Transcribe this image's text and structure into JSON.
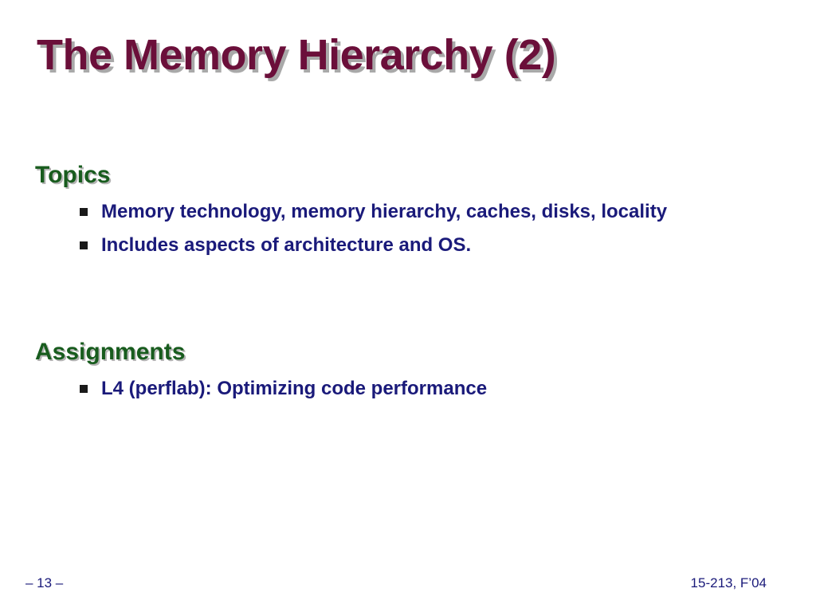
{
  "slide": {
    "title": "The Memory Hierarchy (2)",
    "sections": [
      {
        "heading": "Topics",
        "bullets": [
          "Memory technology, memory hierarchy, caches, disks, locality",
          "Includes aspects of architecture and OS."
        ]
      },
      {
        "heading": "Assignments",
        "bullets": [
          "L4 (perflab): Optimizing code performance"
        ]
      }
    ],
    "footer": {
      "page_number": "– 13 –",
      "course": "15-213, F’04"
    }
  },
  "colors": {
    "title": "#6b0f3a",
    "heading": "#185c1e",
    "body_text": "#1a1a7a",
    "bullet_marker": "#1a1a1a",
    "background": "#ffffff"
  }
}
